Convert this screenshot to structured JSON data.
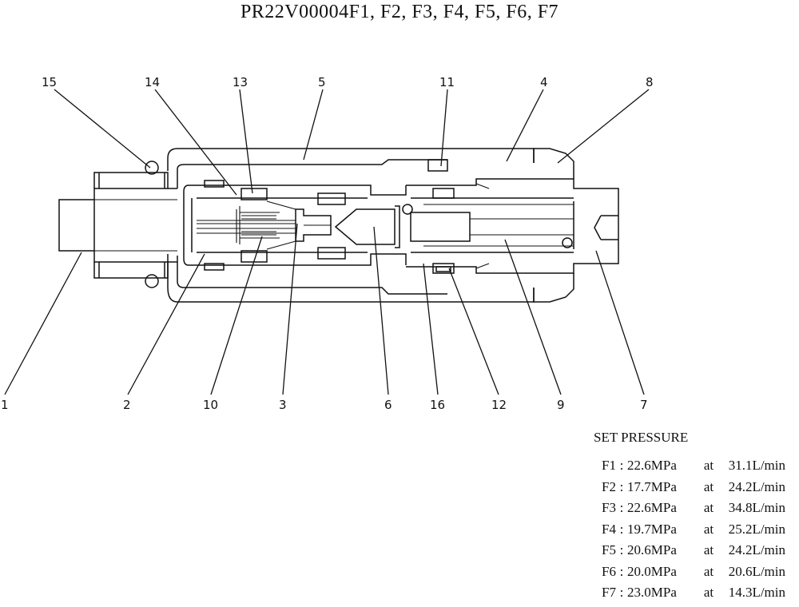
{
  "title": "PR22V00004F1, F2, F3, F4, F5, F6, F7",
  "callouts": [
    "1",
    "2",
    "3",
    "4",
    "5",
    "6",
    "7",
    "8",
    "9",
    "10",
    "11",
    "12",
    "13",
    "14",
    "15",
    "16"
  ],
  "set_pressure": {
    "heading": "SET PRESSURE",
    "rows": [
      {
        "id": "F1",
        "sep": ":",
        "pressure": "22.6MPa",
        "at": "at",
        "flow": "31.1L/min"
      },
      {
        "id": "F2",
        "sep": ":",
        "pressure": "17.7MPa",
        "at": "at",
        "flow": "24.2L/min"
      },
      {
        "id": "F3",
        "sep": ":",
        "pressure": "22.6MPa",
        "at": "at",
        "flow": "34.8L/min"
      },
      {
        "id": "F4",
        "sep": ":",
        "pressure": "19.7MPa",
        "at": "at",
        "flow": "25.2L/min"
      },
      {
        "id": "F5",
        "sep": ":",
        "pressure": "20.6MPa",
        "at": "at",
        "flow": "24.2L/min"
      },
      {
        "id": "F6",
        "sep": ":",
        "pressure": "20.0MPa",
        "at": "at",
        "flow": "20.6L/min"
      },
      {
        "id": "F7",
        "sep": ":",
        "pressure": "23.0MPa",
        "at": "at",
        "flow": "14.3L/min"
      }
    ]
  }
}
